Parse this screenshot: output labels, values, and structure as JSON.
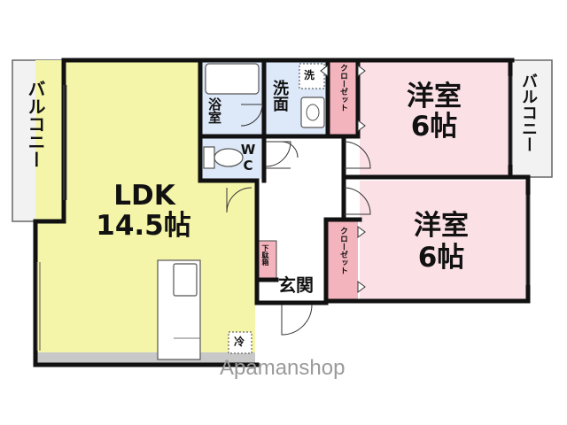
{
  "balcony_left": "バルコニー",
  "balcony_right": "バルコニー",
  "ldk": {
    "name": "LDK",
    "size": "14.5帖"
  },
  "bath": "浴室",
  "washroom": "洗面",
  "washer_mark": "洗",
  "toilet": "WC",
  "closet_top": "クローゼット",
  "closet_mid": "クローゼット",
  "bedroom_1": {
    "name": "洋室",
    "size": "6帖"
  },
  "bedroom_2": {
    "name": "洋室",
    "size": "6帖"
  },
  "shoe_box": "下駄箱",
  "entrance": "玄関",
  "fridge_mark": "冷",
  "watermark": "Apamanshop",
  "colors": {
    "ldk_fill": "#f5f5aa",
    "bedroom_fill": "#fbe0e6",
    "closet_fill": "#f3b4bd",
    "wet_fill": "#dde8f8",
    "wall": "#111111",
    "balcony_fill": "#f2f2f2"
  }
}
